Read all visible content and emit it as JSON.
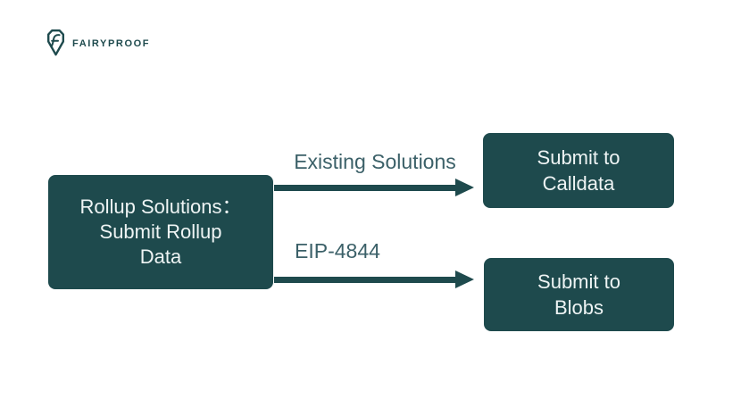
{
  "brand": {
    "name": "FAIRYPROOF",
    "logo_icon": "shield-f-icon"
  },
  "colors": {
    "primary_teal": "#1e4a4d",
    "branch_label_text": "#3b6068",
    "box_text": "#eef4f4",
    "background": "#ffffff"
  },
  "diagram": {
    "source_box": {
      "line1": "Rollup Solutions：",
      "line2": "Submit Rollup",
      "line3": "Data"
    },
    "top_branch": {
      "label": "Existing Solutions",
      "target_line1": "Submit to",
      "target_line2": "Calldata"
    },
    "bottom_branch": {
      "label": "EIP-4844",
      "target_line1": "Submit to",
      "target_line2": "Blobs"
    }
  }
}
